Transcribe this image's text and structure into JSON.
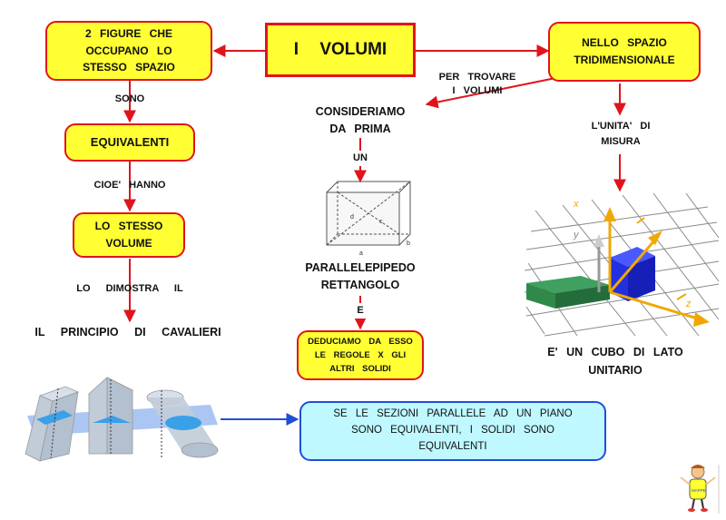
{
  "colors": {
    "box_fill": "#ffff33",
    "box_border": "#e0141a",
    "arrow_red": "#e0141a",
    "arrow_blue": "#1f4fd8",
    "cyan_fill": "#bff8ff",
    "cube_blue": "#2230e0",
    "slab_green": "#2f8a4a",
    "axis_gold": "#f0a800"
  },
  "boxes": {
    "title": "I VOLUMI",
    "two_figures": "2 FIGURE CHE OCCUPANO LO STESSO SPAZIO",
    "equivalent": "EQUIVALENTI",
    "same_volume": "LO STESSO VOLUME",
    "three_d_space": "NELLO SPAZIO TRIDIMENSIONALE",
    "deduce_rules": "DEDUCIAMO DA ESSO LE REGOLE X GLI ALTRI SOLIDI",
    "sections_rule": "SE LE SEZIONI PARALLELE AD UN PIANO SONO EQUIVALENTI, I SOLIDI SONO EQUIVALENTI"
  },
  "labels": {
    "sono": "SONO",
    "cioe_hanno": "CIOE' HANNO",
    "lo_dimostra": "LO DIMOSTRA IL",
    "cavalieri": "IL PRINCIPIO DI CAVALIERI",
    "per_trovare": "PER TROVARE I VOLUMI",
    "consideriamo": "CONSIDERIAMO DA PRIMA",
    "un": "UN",
    "parallelepipedo": "PARALLELEPIPEDO RETTANGOLO",
    "e": "E",
    "unita_misura": "L'UNITA' DI MISURA",
    "cubo_unitario": "E' UN CUBO DI LATO UNITARIO"
  },
  "figure_labels": {
    "box_d": "d",
    "box_c": "c",
    "box_a": "a",
    "box_b": "b",
    "axis_x": "x",
    "axis_y": "y",
    "axis_z": "z",
    "mascot_tag": "MAPPE"
  }
}
